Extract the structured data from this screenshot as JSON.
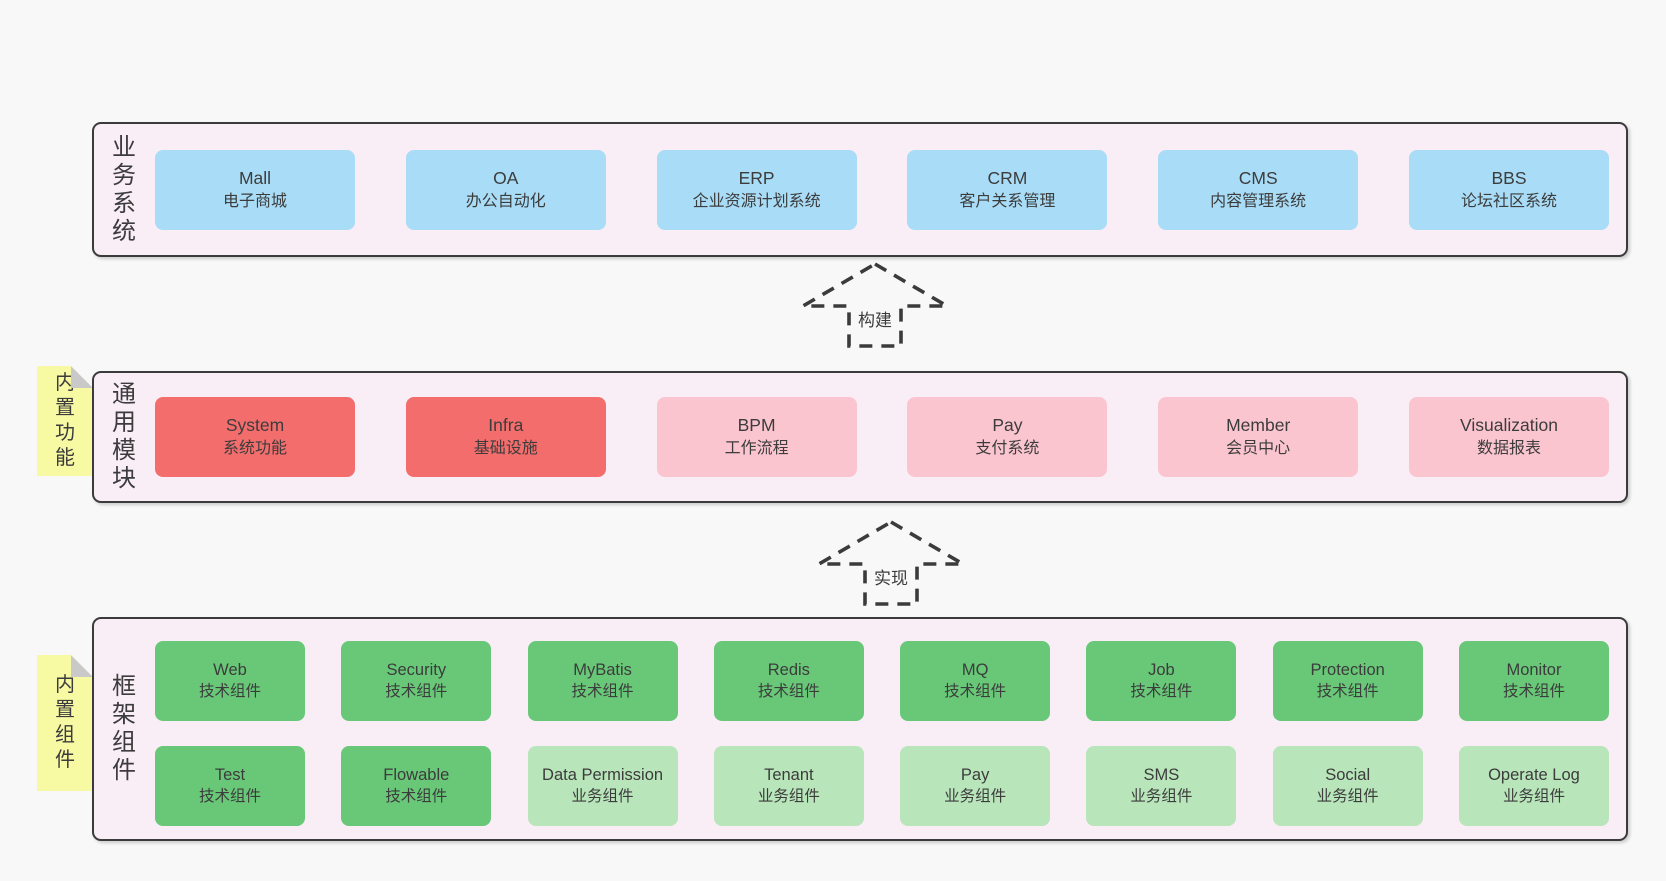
{
  "palette": {
    "page_bg": "#f8f8f8",
    "panel_bg": "#f9edf6",
    "panel_border": "#3b3b3b",
    "blue_box": "#a9dcf6",
    "red_box": "#f36d6d",
    "pink_box": "#fbc5cf",
    "green_box": "#68c878",
    "light_green_box": "#b8e5ba",
    "note_bg": "#f8f9a3",
    "note_fold": "#c9c9c9",
    "text": "#3c3c3c"
  },
  "sections": {
    "business": {
      "label": "业务系统",
      "boxes": [
        {
          "name": "Mall",
          "desc": "电子商城"
        },
        {
          "name": "OA",
          "desc": "办公自动化"
        },
        {
          "name": "ERP",
          "desc": "企业资源计划系统"
        },
        {
          "name": "CRM",
          "desc": "客户关系管理"
        },
        {
          "name": "CMS",
          "desc": "内容管理系统"
        },
        {
          "name": "BBS",
          "desc": "论坛社区系统"
        }
      ]
    },
    "modules": {
      "label": "通用模块",
      "note": "内置功能",
      "boxes": [
        {
          "name": "System",
          "desc": "系统功能"
        },
        {
          "name": "Infra",
          "desc": "基础设施"
        },
        {
          "name": "BPM",
          "desc": "工作流程"
        },
        {
          "name": "Pay",
          "desc": "支付系统"
        },
        {
          "name": "Member",
          "desc": "会员中心"
        },
        {
          "name": "Visualization",
          "desc": "数据报表"
        }
      ]
    },
    "framework": {
      "label": "框架组件",
      "note": "内置组件",
      "row1": [
        {
          "name": "Web",
          "desc": "技术组件"
        },
        {
          "name": "Security",
          "desc": "技术组件"
        },
        {
          "name": "MyBatis",
          "desc": "技术组件"
        },
        {
          "name": "Redis",
          "desc": "技术组件"
        },
        {
          "name": "MQ",
          "desc": "技术组件"
        },
        {
          "name": "Job",
          "desc": "技术组件"
        },
        {
          "name": "Protection",
          "desc": "技术组件"
        },
        {
          "name": "Monitor",
          "desc": "技术组件"
        }
      ],
      "row2": [
        {
          "name": "Test",
          "desc": "技术组件"
        },
        {
          "name": "Flowable",
          "desc": "技术组件"
        },
        {
          "name": "Data Permission",
          "desc": "业务组件"
        },
        {
          "name": "Tenant",
          "desc": "业务组件"
        },
        {
          "name": "Pay",
          "desc": "业务组件"
        },
        {
          "name": "SMS",
          "desc": "业务组件"
        },
        {
          "name": "Social",
          "desc": "业务组件"
        },
        {
          "name": "Operate Log",
          "desc": "业务组件"
        }
      ]
    }
  },
  "arrows": [
    {
      "label": "构建"
    },
    {
      "label": "实现"
    }
  ]
}
